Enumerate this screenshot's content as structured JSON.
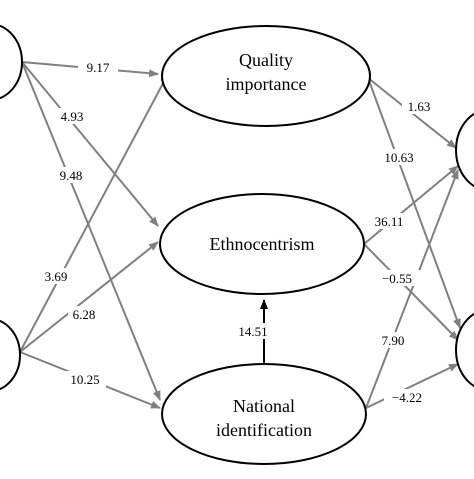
{
  "nodes": {
    "quality": {
      "line1": "Quality",
      "line2": "importance"
    },
    "ethno": {
      "label": "Ethnocentrism"
    },
    "national": {
      "line1": "National",
      "line2": "identification"
    }
  },
  "edges": {
    "tl_quality": "9.17",
    "tl_ethno": "4.93",
    "tl_national": "9.48",
    "bl_quality": "3.69",
    "bl_ethno": "6.28",
    "bl_national": "10.25",
    "national_ethno": "14.51",
    "quality_tr": "1.63",
    "quality_br": "10.63",
    "ethno_tr": "36.11",
    "ethno_br": "−0.55",
    "national_tr": "7.90",
    "national_br": "−4.22"
  },
  "colors": {
    "arrow_gray": "#808080",
    "arrow_black": "#000000",
    "ellipse_stroke": "#000000"
  }
}
